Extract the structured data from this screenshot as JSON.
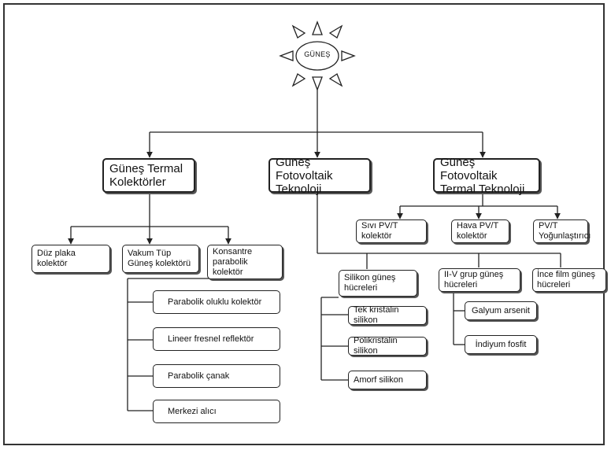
{
  "sun": {
    "label": "GÜNEŞ"
  },
  "categories": {
    "thermal": "Güneş Termal\nKolektörler",
    "pv": "Güneş Fotovoltaik\nTeknoloji",
    "pvt": "Güneş Fotovoltaik\nTermal Teknoloji"
  },
  "thermal_items": {
    "flat": "Düz plaka kolektör",
    "vacuum": "Vakum Tüp\nGüneş kolektörü",
    "concentrated": "Konsantre\nparabolik kolektör"
  },
  "concentrator_items": {
    "trough": "Parabolik oluklu kolektör",
    "fresnel": "Lineer fresnel reflektör",
    "dish": "Parabolik çanak",
    "receiver": "Merkezi alıcı"
  },
  "pvt_items": {
    "liquid": "Sıvı PV/T kolektör",
    "air": "Hava PV/T\nkolektör",
    "concentrator": "PV/T\nYoğunlaştırıcı"
  },
  "pv_groups": {
    "silicon": "Silikon güneş\nhücreleri",
    "iiv": "II-V grup güneş\nhücreleri",
    "thinfilm": "İnce film güneş\nhücreleri"
  },
  "silicon_items": {
    "mono": "Tek kristalin silikon",
    "poly": "Polikristalin silikon",
    "amorphous": "Amorf silikon"
  },
  "iiv_items": {
    "gaas": "Galyum arsenit",
    "inp": "İndiyum fosfit"
  }
}
